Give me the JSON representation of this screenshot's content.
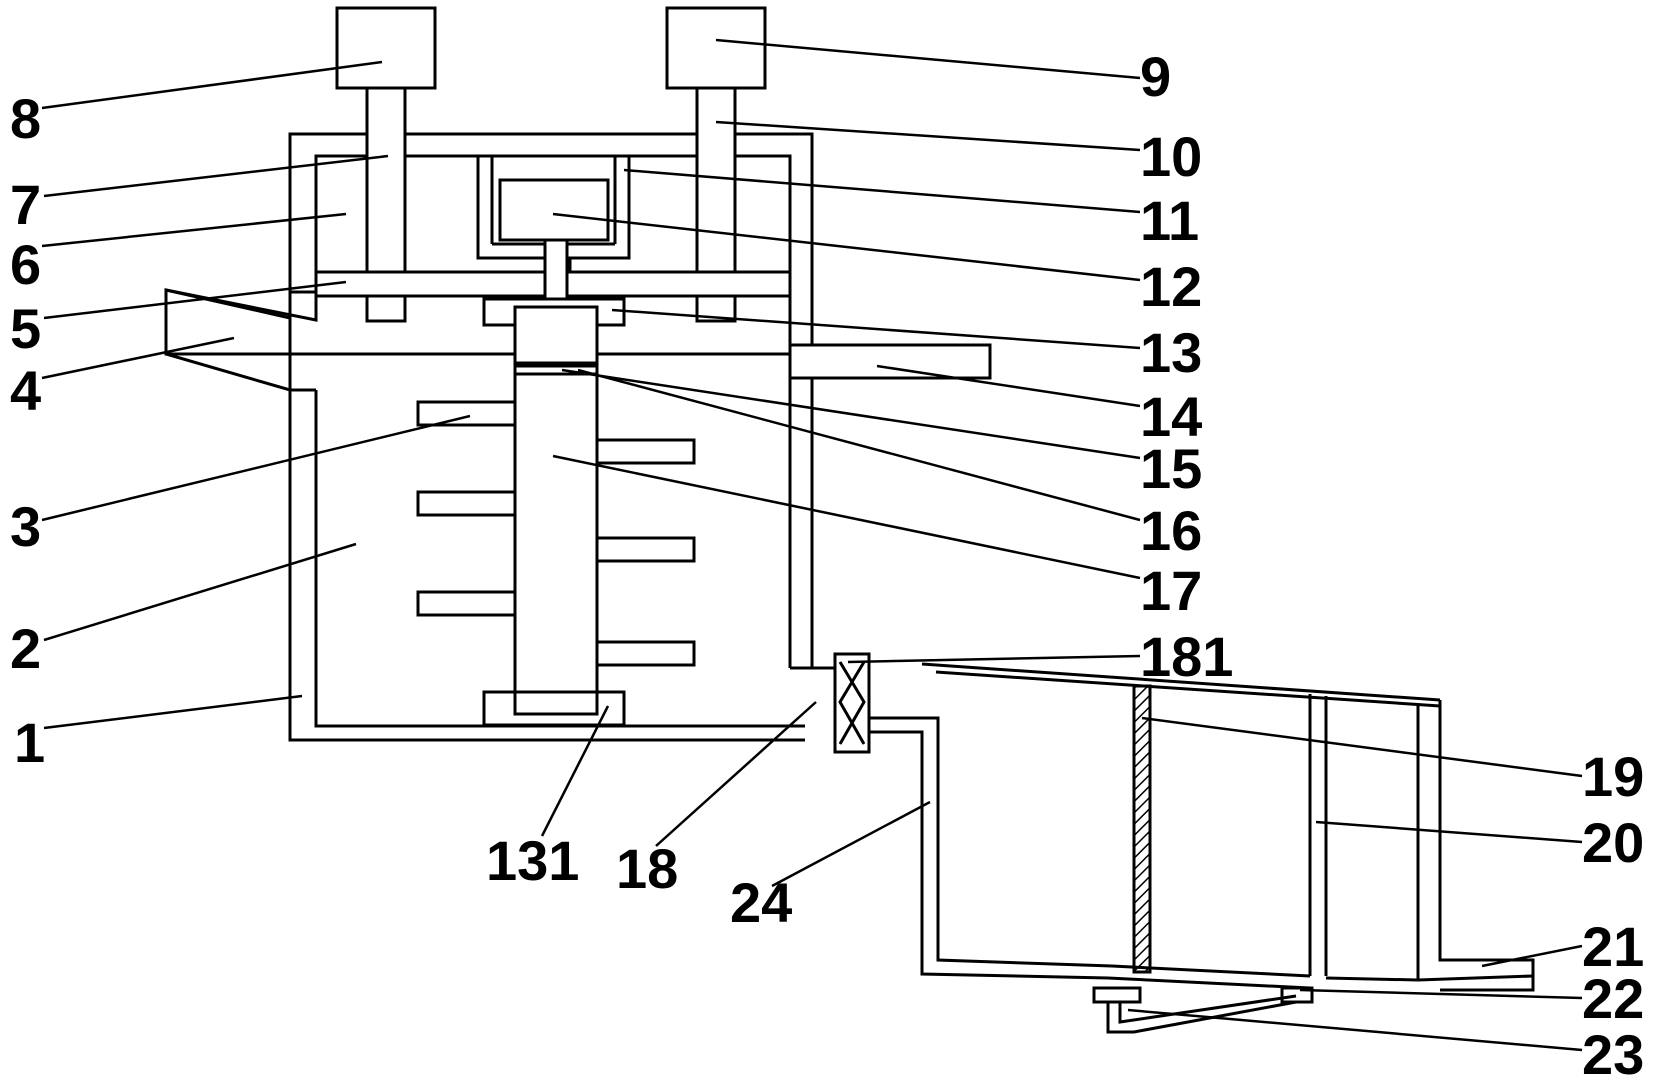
{
  "labels": {
    "l1": "1",
    "l2": "2",
    "l3": "3",
    "l4": "4",
    "l5": "5",
    "l6": "6",
    "l7": "7",
    "l8": "8",
    "l9": "9",
    "l10": "10",
    "l11": "11",
    "l12": "12",
    "l13": "13",
    "l14": "14",
    "l15": "15",
    "l16": "16",
    "l17": "17",
    "l18": "18",
    "l19": "19",
    "l20": "20",
    "l21": "21",
    "l22": "22",
    "l23": "23",
    "l24": "24",
    "l131": "131",
    "l181": "181"
  }
}
